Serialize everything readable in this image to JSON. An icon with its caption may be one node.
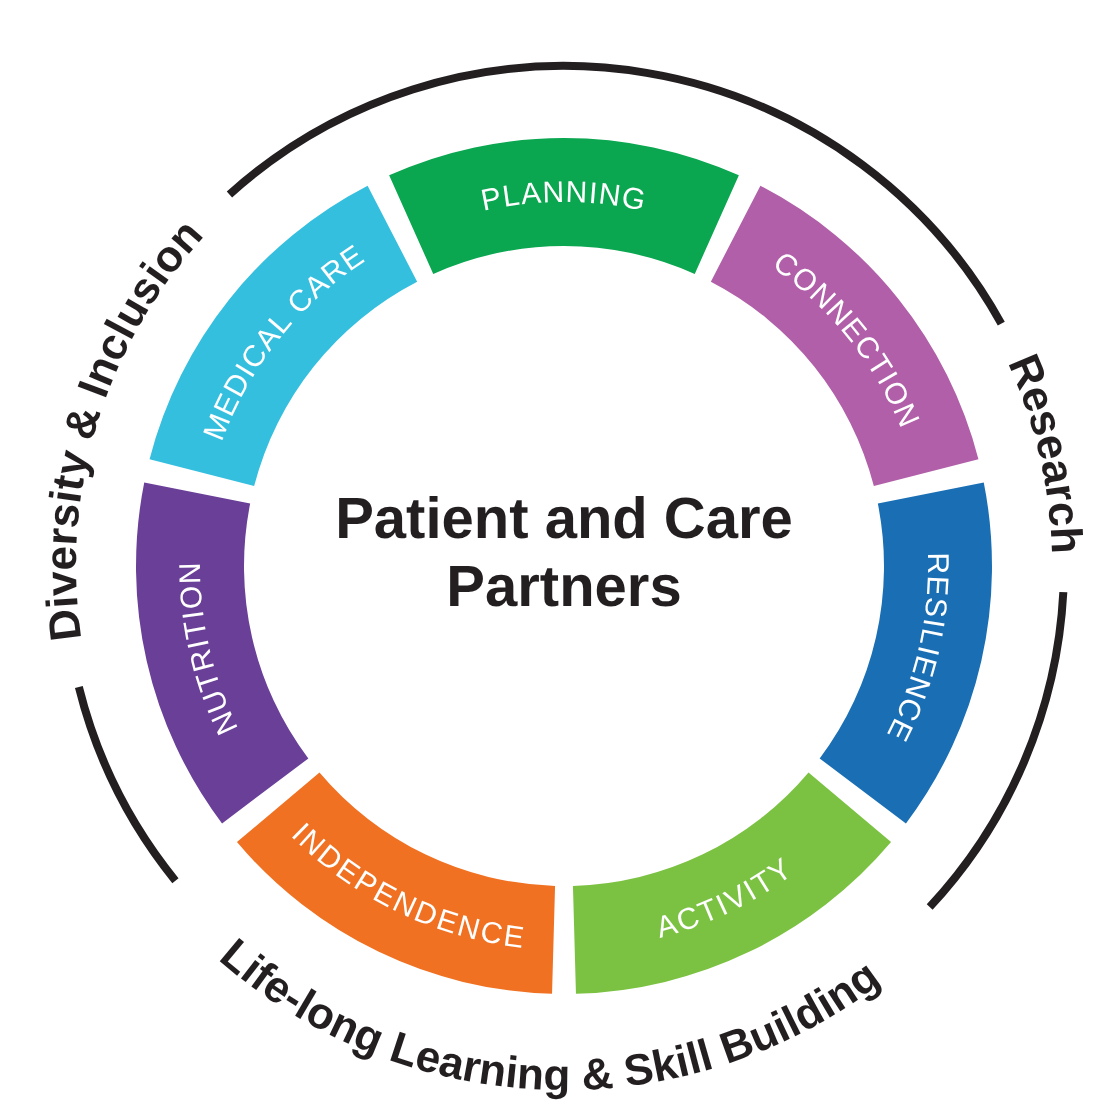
{
  "diagram": {
    "nodes": [
      {
        "text": [
          "PLANNING"
        ]
      },
      {
        "text": [
          "CONNECTION"
        ]
      },
      {
        "text": [
          "RESILIENCE"
        ]
      },
      {
        "text": [
          "ACTIVITY"
        ]
      },
      {
        "text": [
          "INDEPENDENCE"
        ]
      },
      {
        "text": [
          "NUTRITION"
        ]
      },
      {
        "text": [
          "MEDICAL CARE"
        ]
      }
    ],
    "labels": [
      "Diversity & Inclusion",
      "Research",
      "Patient and Care Partners",
      "Life-long Learning & Skill Building"
    ]
  }
}
